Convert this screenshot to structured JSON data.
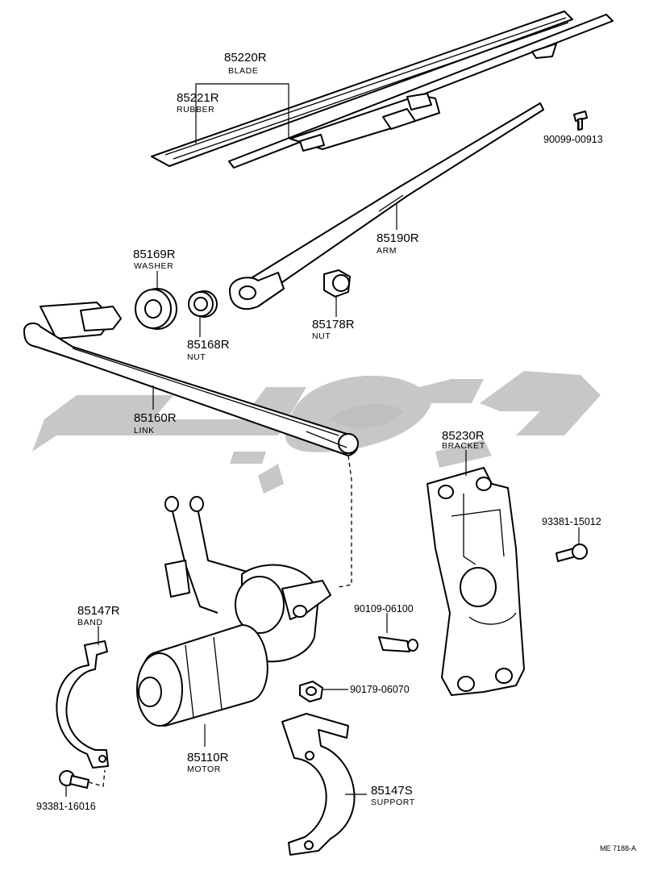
{
  "diagram_code": "ME 7188-A",
  "parts": [
    {
      "id": "blade",
      "number": "85220R",
      "name": "BLADE"
    },
    {
      "id": "rubber",
      "number": "85221R",
      "name": "RUBBER"
    },
    {
      "id": "screw_top",
      "number": "90099-00913",
      "name": ""
    },
    {
      "id": "arm",
      "number": "85190R",
      "name": "ARM"
    },
    {
      "id": "washer",
      "number": "85169R",
      "name": "WASHER"
    },
    {
      "id": "nut_85168",
      "number": "85168R",
      "name": "NUT"
    },
    {
      "id": "nut_85178",
      "number": "85178R",
      "name": "NUT"
    },
    {
      "id": "link",
      "number": "85160R",
      "name": "LINK"
    },
    {
      "id": "bracket",
      "number": "85230R",
      "name": "BRACKET"
    },
    {
      "id": "bolt_93381_15012",
      "number": "93381-15012",
      "name": ""
    },
    {
      "id": "band",
      "number": "85147R",
      "name": "BAND"
    },
    {
      "id": "bolt_90109",
      "number": "90109-06100",
      "name": ""
    },
    {
      "id": "nut_90179",
      "number": "90179-06070",
      "name": ""
    },
    {
      "id": "motor",
      "number": "85110R",
      "name": "MOTOR"
    },
    {
      "id": "support",
      "number": "85147S",
      "name": "SUPPORT"
    },
    {
      "id": "bolt_93381_16016",
      "number": "93381-16016",
      "name": ""
    }
  ]
}
